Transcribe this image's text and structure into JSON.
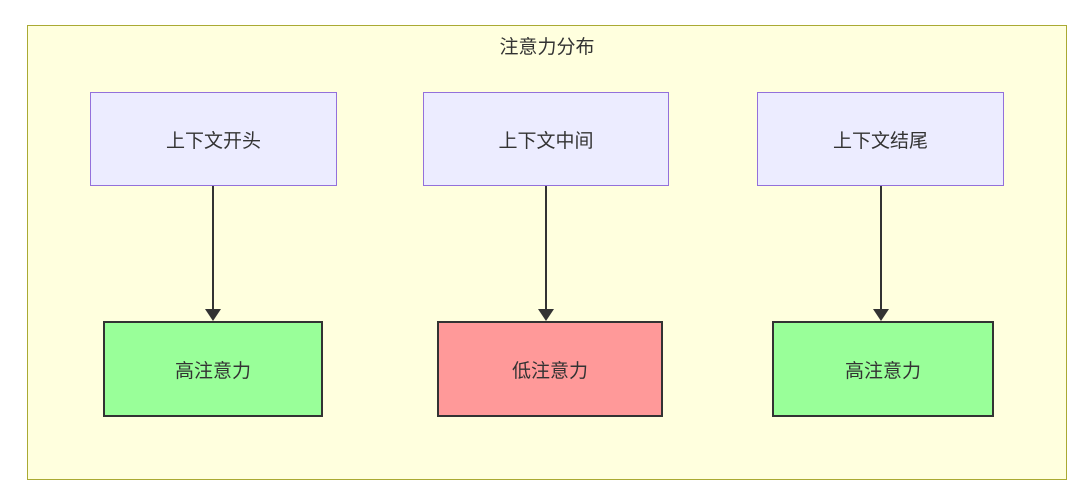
{
  "diagram": {
    "title": "注意力分布",
    "columns": [
      {
        "source": "上下文开头",
        "target": "高注意力",
        "target_type": "high"
      },
      {
        "source": "上下文中间",
        "target": "低注意力",
        "target_type": "low"
      },
      {
        "source": "上下文结尾",
        "target": "高注意力",
        "target_type": "high"
      }
    ],
    "colors": {
      "container_fill": "#ffffde",
      "container_border": "#aaaa33",
      "source_fill": "#ececff",
      "source_border": "#9370db",
      "high_fill": "#99ff99",
      "low_fill": "#ff9999",
      "node_border": "#333333",
      "text": "#333333",
      "arrow": "#333333"
    }
  }
}
